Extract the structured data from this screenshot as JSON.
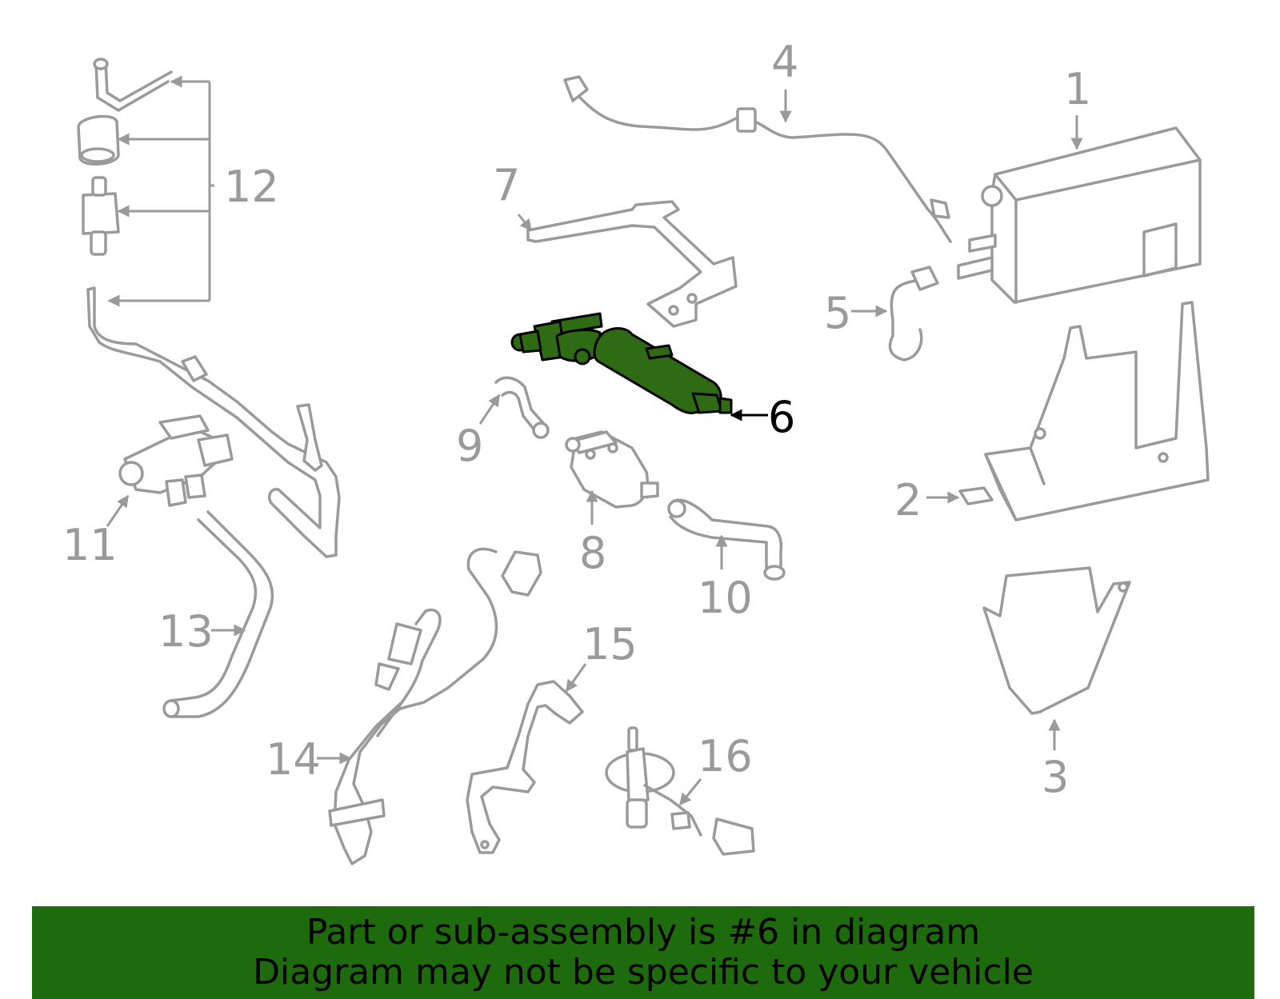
{
  "diagram": {
    "highlight_color": "#2f6b14",
    "part_line_color": "#9a9a9a",
    "callouts": [
      "1",
      "2",
      "3",
      "4",
      "5",
      "6",
      "7",
      "8",
      "9",
      "10",
      "11",
      "12",
      "13",
      "14",
      "15",
      "16"
    ],
    "highlighted_callout": "6"
  },
  "banner": {
    "line1": "Part or sub-assembly is #6 in diagram",
    "line2": "Diagram may not be specific to your vehicle",
    "background": "#1e6b0e"
  }
}
